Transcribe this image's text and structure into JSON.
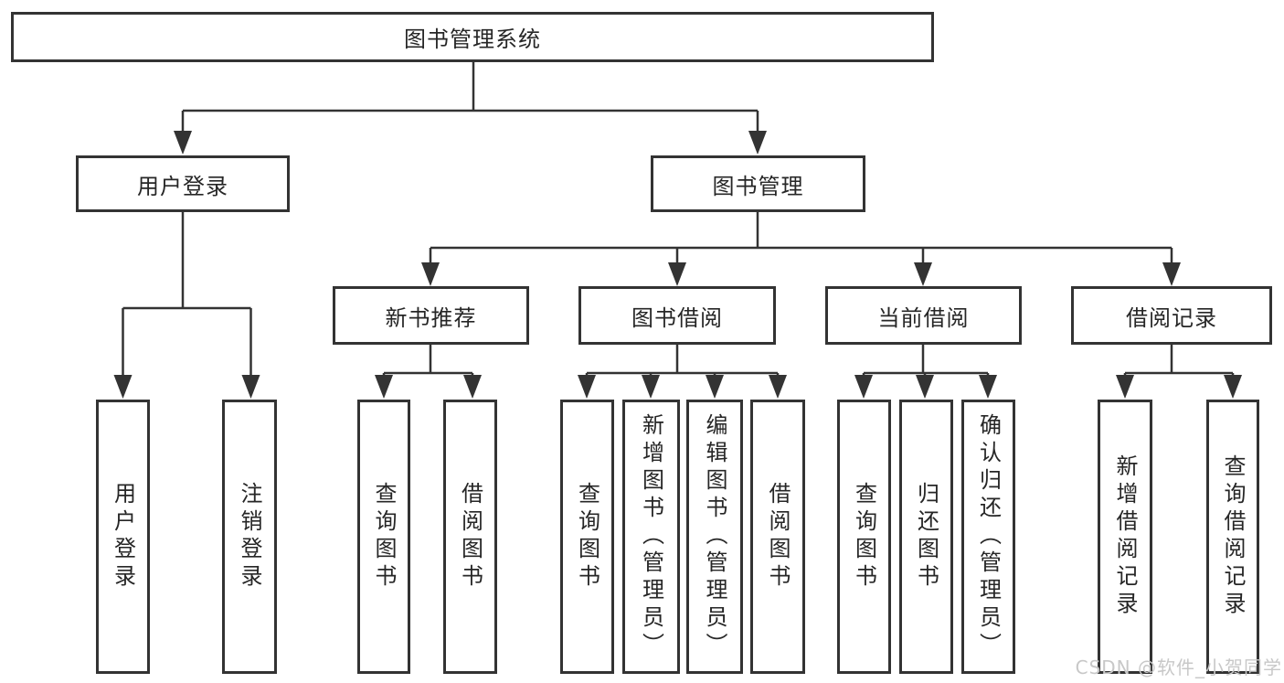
{
  "tree": {
    "label": "图书管理系统",
    "children": [
      {
        "label": "用户登录",
        "children": [
          {
            "label": "用户登录"
          },
          {
            "label": "注销登录"
          }
        ]
      },
      {
        "label": "图书管理",
        "children": [
          {
            "label": "新书推荐",
            "children": [
              {
                "label": "查询图书"
              },
              {
                "label": "借阅图书"
              }
            ]
          },
          {
            "label": "图书借阅",
            "children": [
              {
                "label": "查询图书"
              },
              {
                "label": "新增图书（管理员）"
              },
              {
                "label": "编辑图书（管理员）"
              },
              {
                "label": "借阅图书"
              }
            ]
          },
          {
            "label": "当前借阅",
            "children": [
              {
                "label": "查询图书"
              },
              {
                "label": "归还图书"
              },
              {
                "label": "确认归还（管理员）"
              }
            ]
          },
          {
            "label": "借阅记录",
            "children": [
              {
                "label": "新增借阅记录"
              },
              {
                "label": "查询借阅记录"
              }
            ]
          }
        ]
      }
    ]
  },
  "watermark": {
    "text": "CSDN @软件_小贺同学"
  },
  "colors": {
    "line": "#333333",
    "box_border": "#333333",
    "text": "#262626",
    "background": "#ffffff",
    "watermark": "#c8c8c8"
  }
}
